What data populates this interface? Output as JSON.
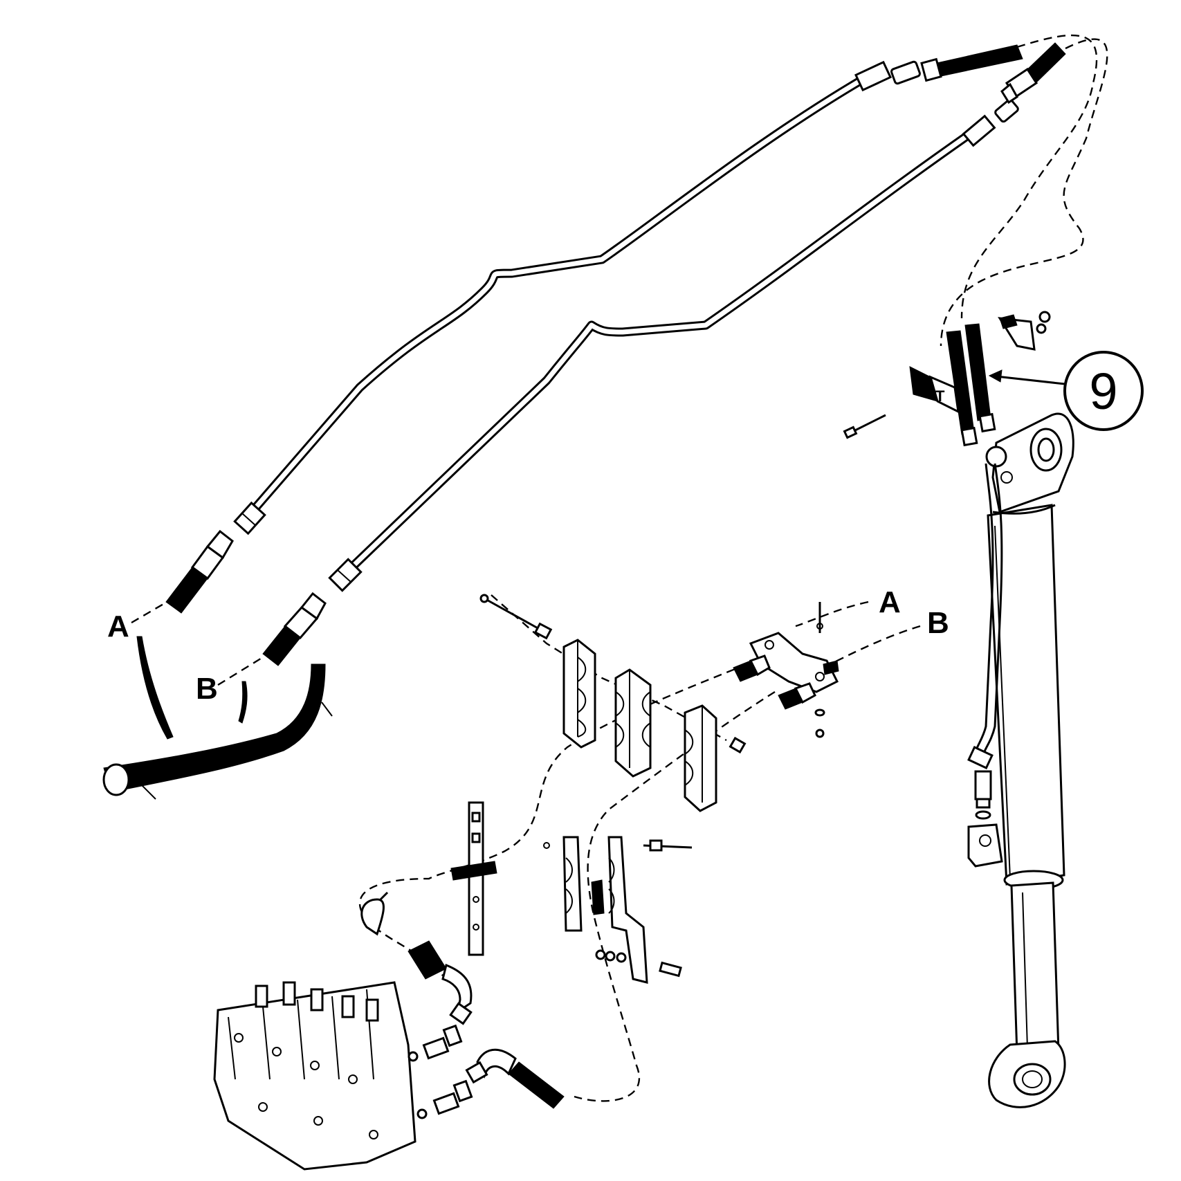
{
  "labels": {
    "a_left": "A",
    "b_left": "B",
    "a_right": "A",
    "b_right": "B",
    "callout": "9"
  }
}
